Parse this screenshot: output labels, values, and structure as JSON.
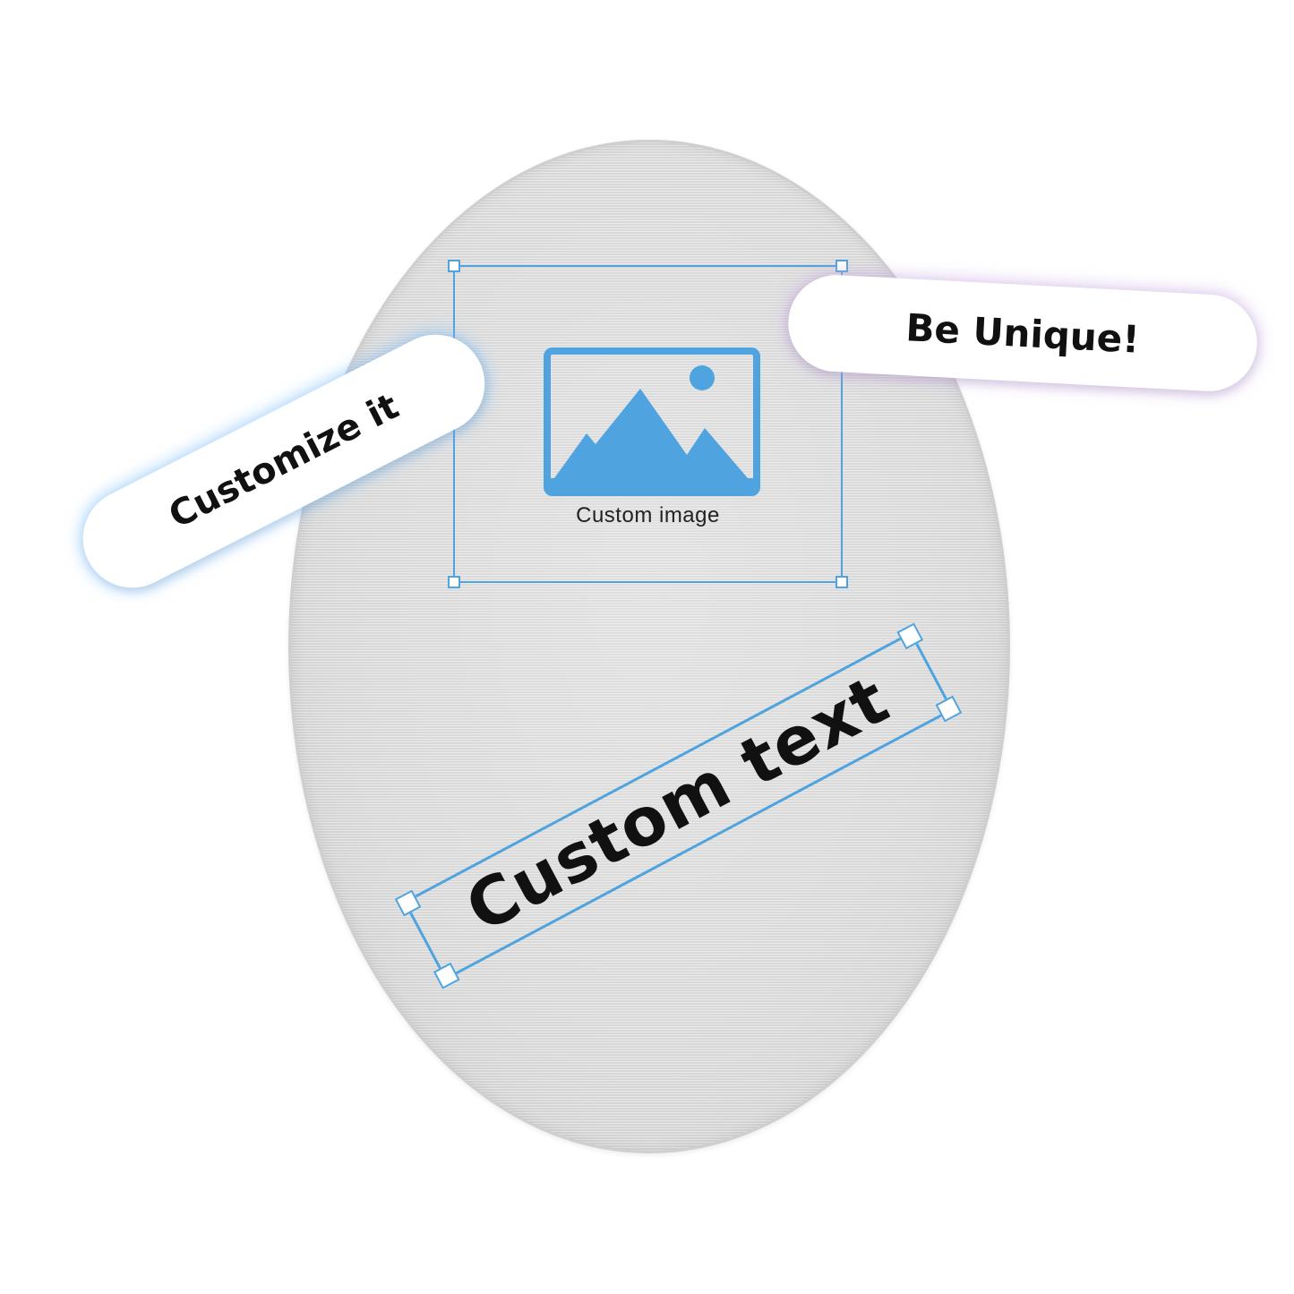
{
  "colors": {
    "accent": "#4fa3de",
    "oval": "#dddddd",
    "text": "#111111"
  },
  "image_placeholder": {
    "icon": "picture-icon",
    "caption": "Custom image"
  },
  "text_placeholder": {
    "text": "Custom text"
  },
  "pills": {
    "left": "Customize it",
    "right": "Be Unique!"
  }
}
